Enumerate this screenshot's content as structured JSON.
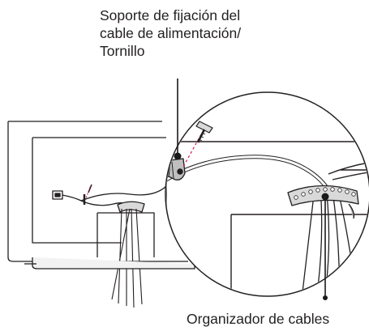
{
  "callouts": {
    "power_cable_holder_screw": {
      "lines": [
        "Soporte de fijación del",
        "cable de alimentación/",
        "Tornillo"
      ]
    },
    "cable_organizer": {
      "text": "Organizador de cables"
    }
  },
  "colors": {
    "line": "#231f20",
    "leader": "#1a1a1a",
    "dashed_guide": "#d4145a",
    "fill_light": "#f2f2f2",
    "fill_mid": "#d9d9d9",
    "fill_dark": "#bfbfbf"
  }
}
